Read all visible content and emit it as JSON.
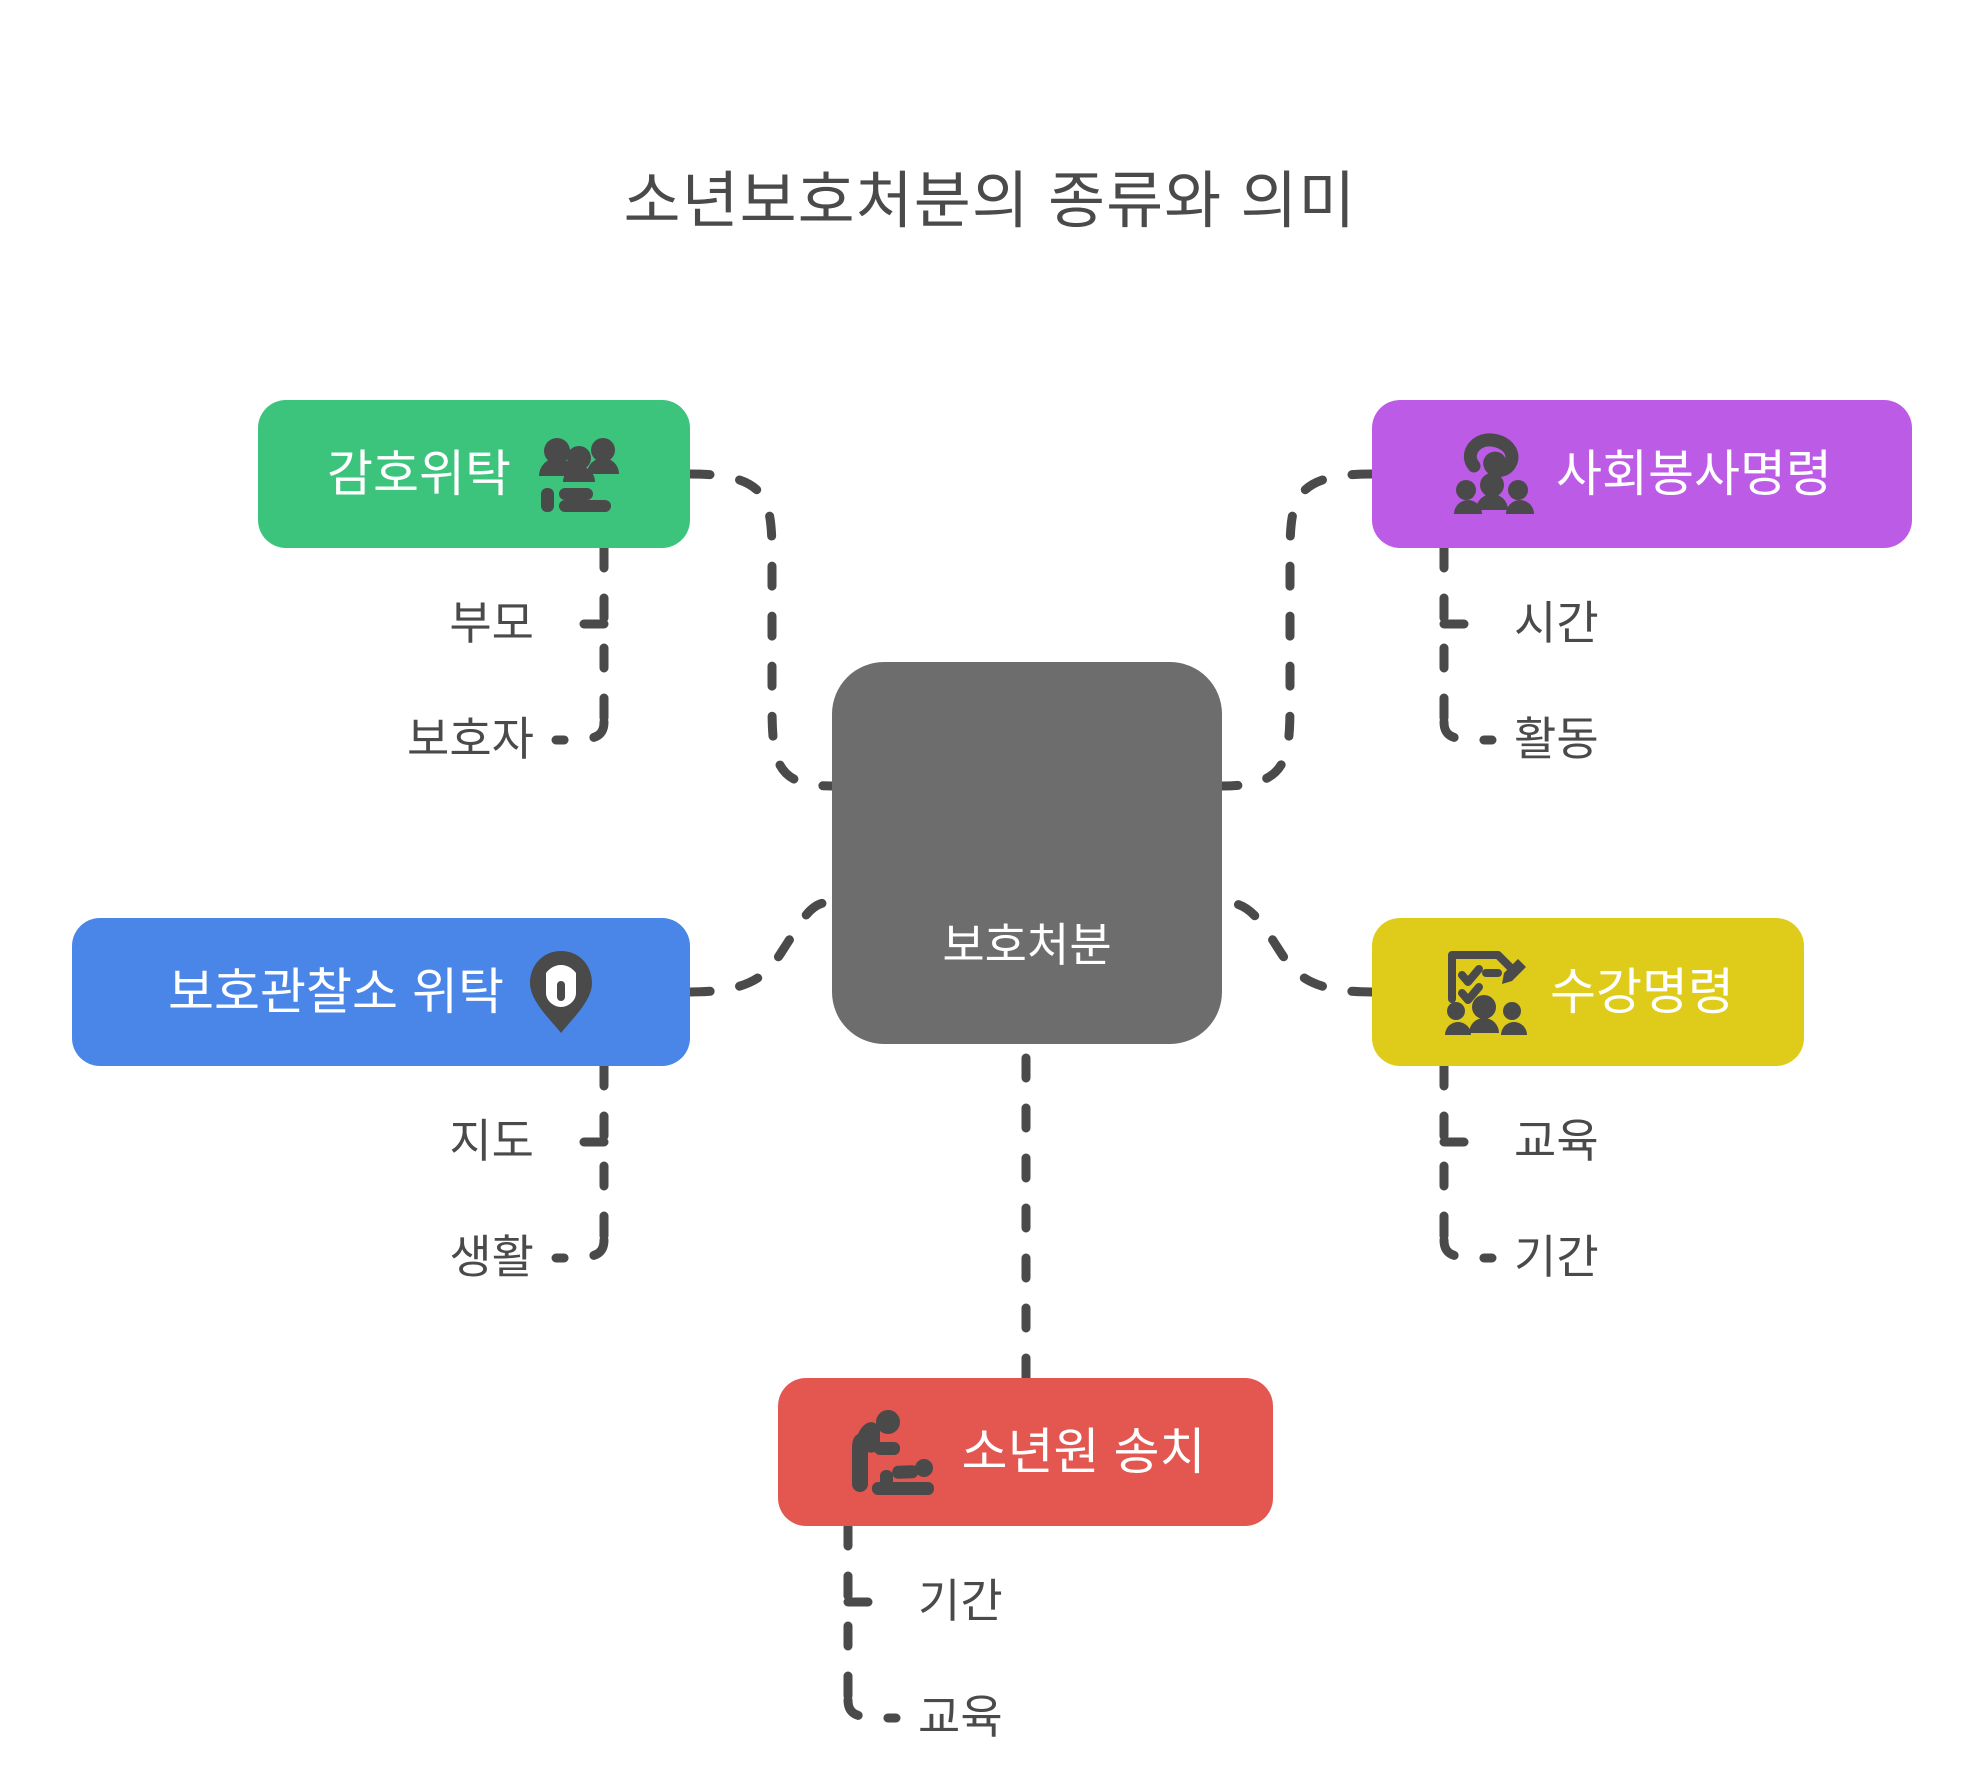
{
  "title": "소년보호처분의 종류와 의미",
  "center": {
    "label": "보호처분",
    "color": "#6d6d6d"
  },
  "branches": [
    {
      "id": "green",
      "label": "감호위탁",
      "color": "#3cc47c",
      "icon": "family-group-icon",
      "icon_side": "right",
      "position": "top-left",
      "children": [
        "부모",
        "보호자"
      ]
    },
    {
      "id": "purple",
      "label": "사회봉사명령",
      "color": "#bc5ce6",
      "icon": "volunteer-hands-icon",
      "icon_side": "left",
      "position": "top-right",
      "children": [
        "시간",
        "활동"
      ]
    },
    {
      "id": "blue",
      "label": "보호관찰소 위탁",
      "color": "#4a86e8",
      "icon": "location-badge-icon",
      "icon_side": "right",
      "position": "mid-left",
      "children": [
        "지도",
        "생활"
      ]
    },
    {
      "id": "yellow",
      "label": "수강명령",
      "color": "#dfcb19",
      "icon": "checklist-class-icon",
      "icon_side": "left",
      "position": "mid-right",
      "children": [
        "교육",
        "기간"
      ]
    },
    {
      "id": "red",
      "label": "소년원 송치",
      "color": "#e45751",
      "icon": "care-worker-icon",
      "icon_side": "left",
      "position": "bottom",
      "children": [
        "기간",
        "교육"
      ]
    }
  ],
  "connector": {
    "color": "#4a4a4a",
    "style": "dashed"
  },
  "background": "#ffffff",
  "text_color": "#4a4a4a"
}
